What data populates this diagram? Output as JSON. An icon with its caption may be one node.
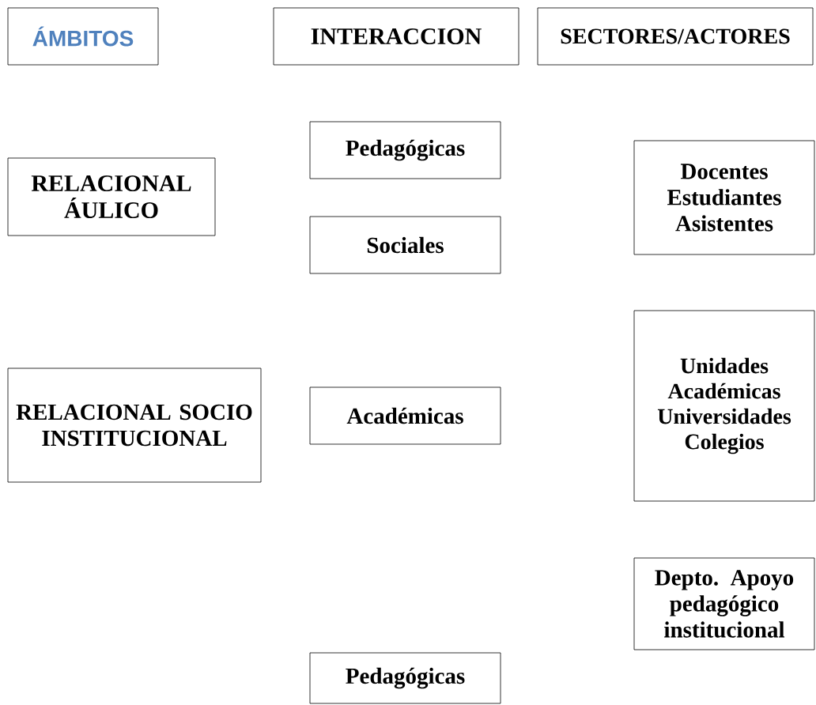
{
  "diagram": {
    "nodes": [
      {
        "text": [
          "ÁMBITOS"
        ]
      },
      {
        "text": [
          "INTERACCION"
        ]
      },
      {
        "text": [
          "SECTORES/ACTORES"
        ]
      },
      {
        "text": [
          "Pedagógicas"
        ]
      },
      {
        "text": [
          "RELACIONAL ÁULICO"
        ]
      },
      {
        "text": [
          "Sociales"
        ]
      },
      {
        "text": [
          "Docentes Estudiantes Asistentes"
        ]
      },
      {
        "text": [
          "RELACIONAL SOCIO INSTITUCIONAL"
        ]
      },
      {
        "text": [
          "Académicas"
        ]
      },
      {
        "text": [
          "Unidades Académicas Universidades Colegios"
        ]
      },
      {
        "text": [
          "Depto. Apoyo pedagógico institucional"
        ]
      },
      {
        "text": [
          "Pedagógicas"
        ]
      }
    ]
  }
}
